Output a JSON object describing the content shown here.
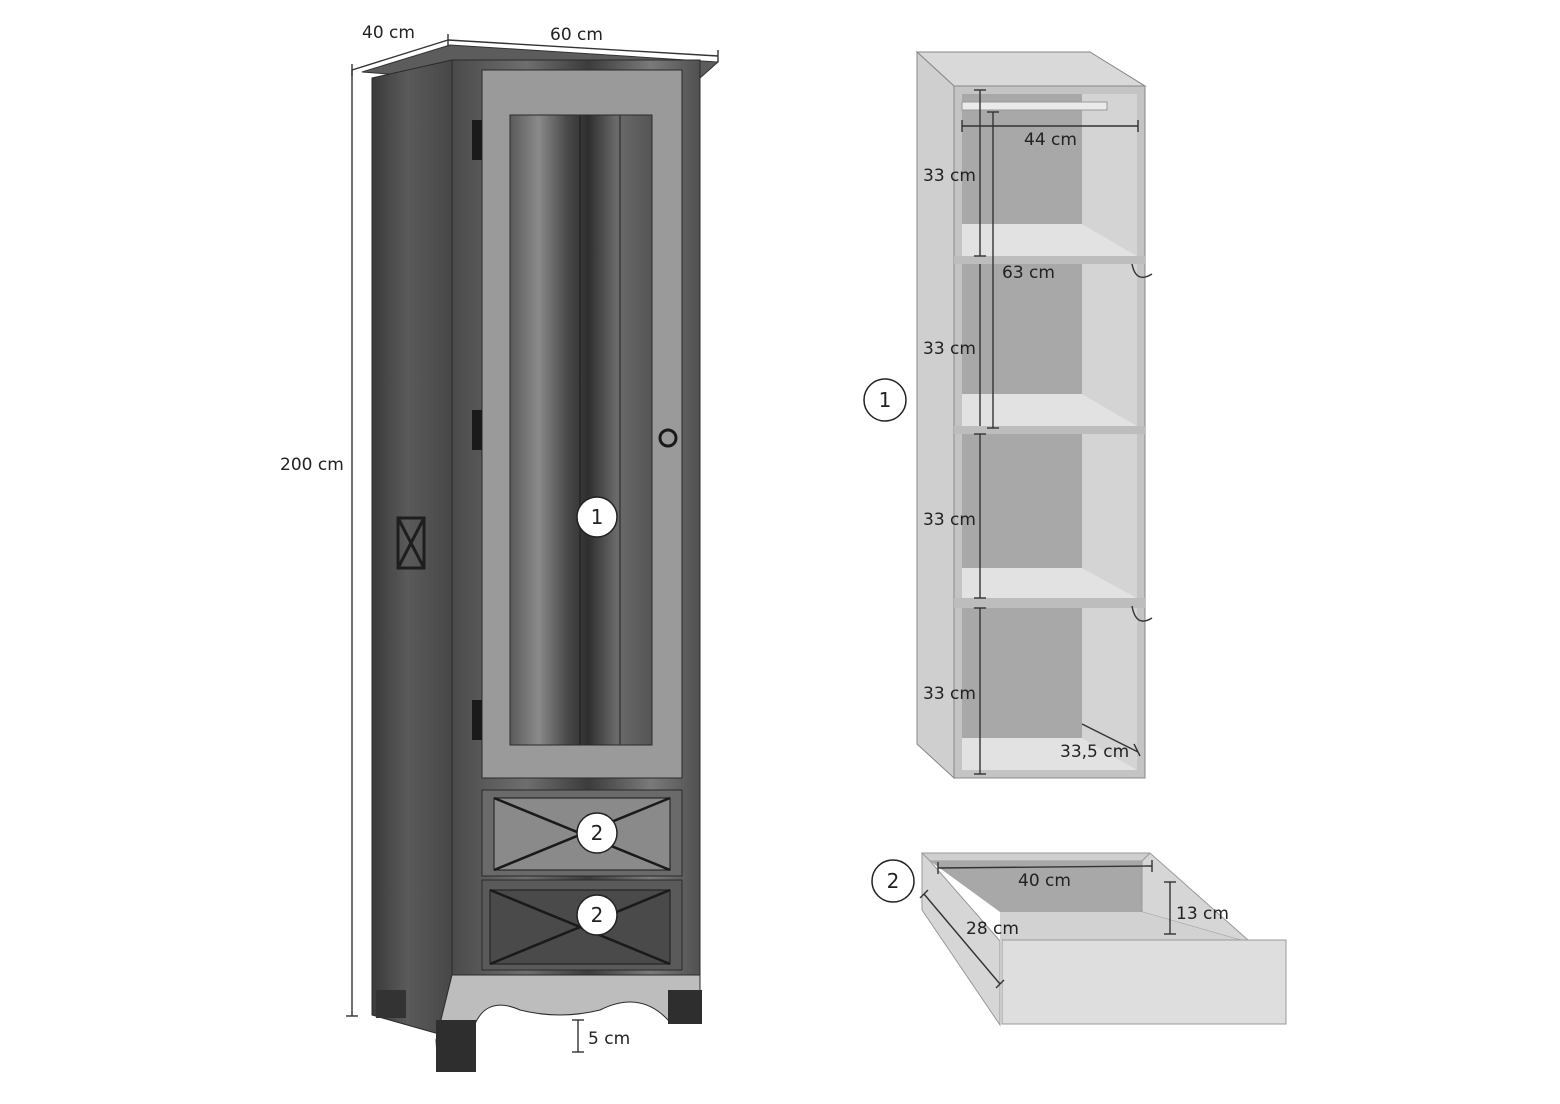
{
  "cabinet_photo": {
    "width_label": "60 cm",
    "depth_label": "40 cm",
    "height_label": "200 cm",
    "foot_label": "5 cm",
    "door_badge": "1",
    "drawer_badge_top": "2",
    "drawer_badge_bottom": "2"
  },
  "interior_drawing": {
    "badge": "1",
    "inner_width_label": "44 cm",
    "compartment_labels": [
      "33 cm",
      "33 cm",
      "33 cm",
      "33 cm"
    ],
    "middle_height_label": "63 cm",
    "inner_depth_label": "33,5 cm"
  },
  "drawer_drawing": {
    "badge": "2",
    "width_label": "40 cm",
    "depth_label": "28 cm",
    "height_label": "13 cm"
  },
  "colors": {
    "panel_light": "#d9d9d9",
    "panel_mid": "#c4c4c4",
    "panel_dark": "#a8a8a8",
    "wood_dark": "#3a3a3a",
    "wood_mid": "#6f6f6f"
  }
}
